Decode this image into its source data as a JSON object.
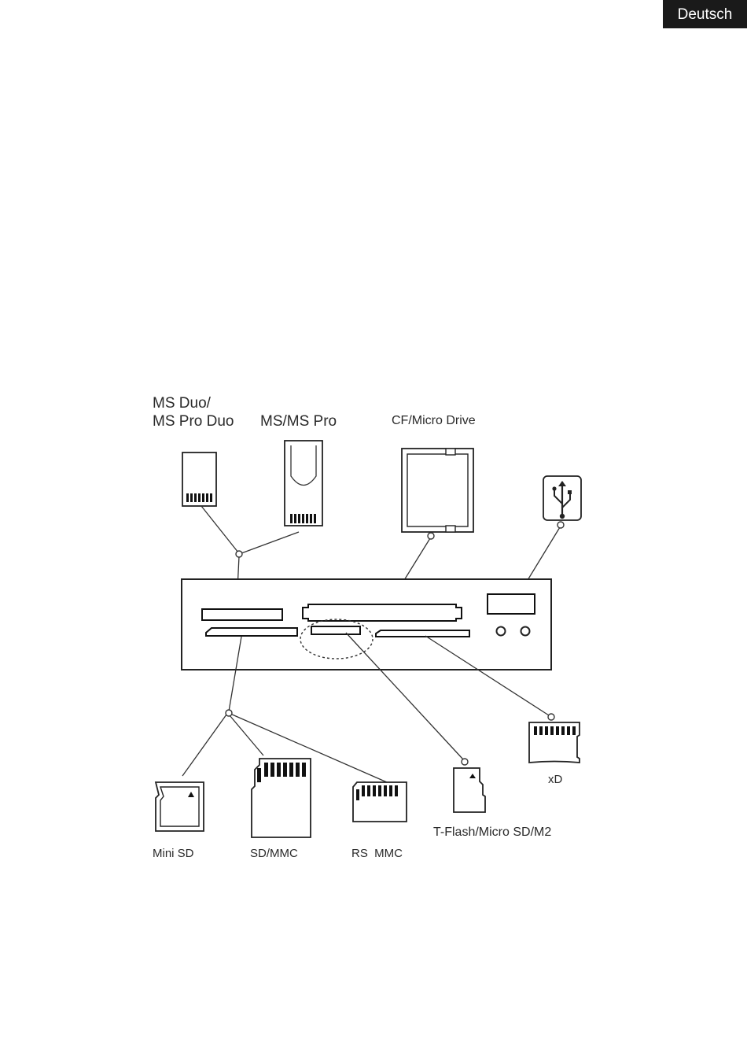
{
  "header": {
    "language_tab": "Deutsch"
  },
  "diagram": {
    "labels": {
      "ms_duo_line1": "MS Duo/",
      "ms_duo_line2": "MS Pro Duo",
      "ms_pro": "MS/MS Pro",
      "cf": "CF/Micro Drive",
      "mini_sd": "Mini SD",
      "sd_mmc": "SD/MMC",
      "rs_mmc": "RS  MMC",
      "tflash": "T-Flash/Micro SD/M2",
      "xd": "xD"
    }
  }
}
